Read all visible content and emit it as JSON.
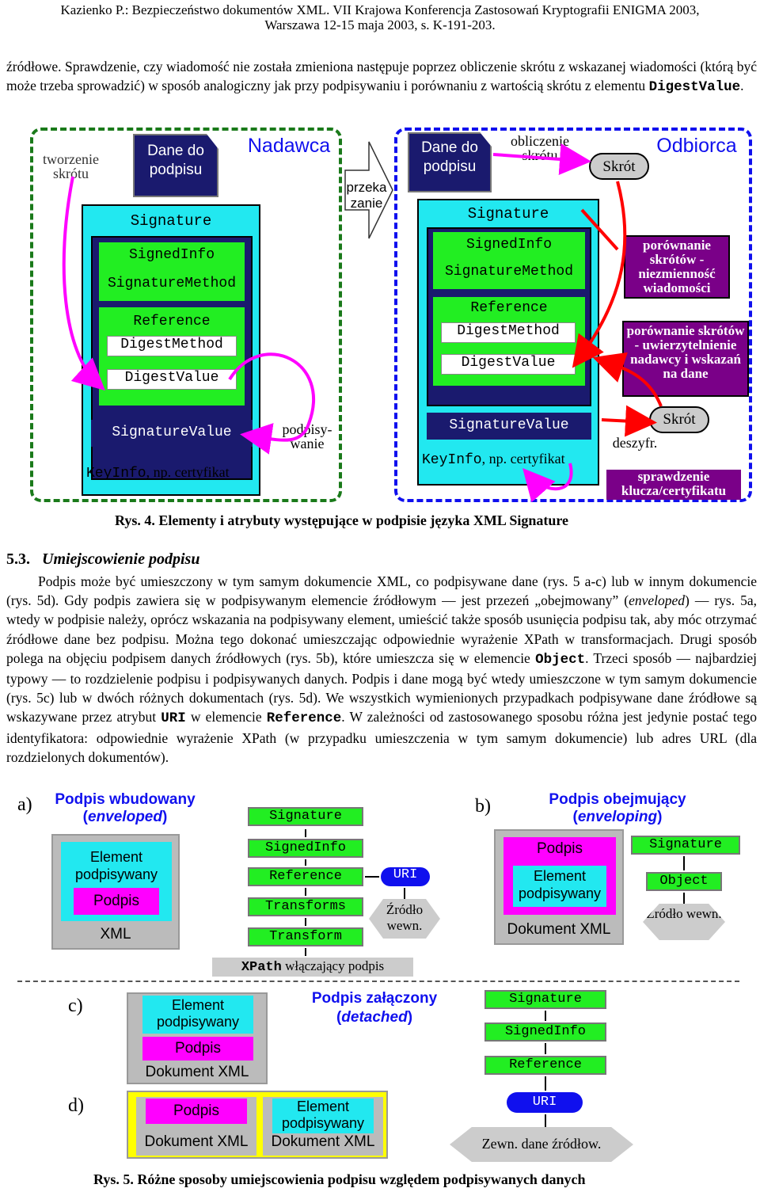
{
  "header": {
    "line1": "Kazienko P.: Bezpieczeństwo dokumentów XML. VII Krajowa Konferencja Zastosowań Kryptografii ENIGMA 2003,",
    "line2": "Warszawa 12-15 maja 2003, s. K-191-203."
  },
  "intro": {
    "text": "źródłowe. Sprawdzenie, czy wiadomość nie została zmieniona następuje poprzez obliczenie skrótu z wskazanej wiadomości (którą być może trzeba sprowadzić) w sposób analogiczny jak przy podpisywaniu i porównaniu z wartością skrótu z elementu ",
    "code": "DigestValue",
    "end": "."
  },
  "fig4": {
    "caption": "Rys. 4. Elementy i atrybuty występujące w podpisie języka XML Signature",
    "sender": {
      "title": "Nadawca",
      "hash_note": "tworzenie skrótu",
      "data_doc": "Dane do podpisu",
      "signature": "Signature",
      "signedinfo": "SignedInfo",
      "sigmethod": "SignatureMethod",
      "reference": "Reference",
      "digestmethod": "DigestMethod",
      "digestvalue": "DigestValue",
      "sigvalue": "SignatureValue",
      "keyinfo": "KeyInfo",
      "keyinfo_suffix": ", np. certyfikat",
      "signing": "podpisy-wanie"
    },
    "transfer": "przeka zanie",
    "receiver": {
      "title": "Odbiorca",
      "data_doc": "Dane do podpisu",
      "calc_note": "obliczenie skrótu",
      "hash1": "Skrót",
      "signature": "Signature",
      "signedinfo": "SignedInfo",
      "sigmethod": "SignatureMethod",
      "reference": "Reference",
      "digestmethod": "DigestMethod",
      "digestvalue": "DigestValue",
      "sigvalue": "SignatureValue",
      "keyinfo": "KeyInfo",
      "keyinfo_suffix": ", np. certyfikat",
      "compare1": "porównanie skrótów - niezmienność wiadomości",
      "compare2": "porównanie skrótów - uwierzytelnienie nadawcy i wskazań na dane",
      "hash2": "Skrót",
      "decrypt": "deszyfr.",
      "verify": "sprawdzenie klucza/certyfikatu"
    }
  },
  "section": {
    "number": "5.3.",
    "title": "Umiejscowienie podpisu"
  },
  "body": {
    "p1": "Podpis może być umieszczony w tym samym dokumencie XML, co podpisywane dane (rys. 5 a-c) lub w innym dokumencie (rys. 5d). Gdy podpis zawiera się w podpisywanym elemencie źródłowym — jest przezeń „obejmowany” (",
    "p1_it": "enveloped",
    "p2": ") — rys. 5a, wtedy w podpisie należy, oprócz wskazania na podpisywany element, umieścić także sposób usunięcia podpisu tak, aby móc otrzymać źródłowe dane bez podpisu. Można tego dokonać umieszczając odpowiednie wyrażenie XPath w transformacjach. Drugi sposób polega na objęciu podpisem danych źródłowych (rys. 5b), które umieszcza się w elemencie ",
    "code1": "Object",
    "p3": ". Trzeci sposób — najbardziej typowy — to rozdzielenie podpisu i podpisywanych danych. Podpis i dane mogą być wtedy umieszczone w tym samym dokumencie (rys. 5c) lub w dwóch różnych dokumentach (rys. 5d). We wszystkich wymienionych przypadkach podpisywane dane źródłowe są wskazywane przez atrybut ",
    "code2": "URI",
    "p4": " w elemencie ",
    "code3": "Reference",
    "p5": ". W zależności od zastosowanego sposobu różna jest jedynie postać tego identyfikatora: odpowiednie wyrażenie XPath (w przypadku umieszczenia w tym samym dokumencie) lub adres URL (dla rozdzielonych dokumentów)."
  },
  "fig5": {
    "caption": "Rys. 5. Różne sposoby umiejscowienia podpisu względem podpisywanych danych",
    "a": {
      "letter": "a)",
      "title": "Podpis wbudowany",
      "subtitle_it": "enveloped",
      "element": "Element podpisywany",
      "podpis": "Podpis",
      "xml": "XML",
      "signature": "Signature",
      "signedinfo": "SignedInfo",
      "reference": "Reference",
      "transforms": "Transforms",
      "transform": "Transform",
      "uri": "URI",
      "source": "Źródło wewn.",
      "xpath": "XPath",
      "xpath_suffix": " włączający podpis"
    },
    "b": {
      "letter": "b)",
      "title": "Podpis obejmujący",
      "subtitle_it": "enveloping",
      "podpis": "Podpis",
      "element": "Element podpisywany",
      "doc": "Dokument XML",
      "signature": "Signature",
      "object": "Object",
      "source": "Źródło wewn."
    },
    "c": {
      "letter": "c)",
      "element": "Element podpisywany",
      "podpis": "Podpis",
      "doc": "Dokument XML",
      "title": "Podpis załączony",
      "subtitle_it": "detached"
    },
    "d": {
      "letter": "d)",
      "podpis": "Podpis",
      "doc1": "Dokument XML",
      "element": "Element podpisywany",
      "doc2": "Dokument XML",
      "signature": "Signature",
      "signedinfo": "SignedInfo",
      "reference": "Reference",
      "uri": "URI",
      "ext": "Zewn. dane źródłow."
    }
  },
  "colors": {
    "navy": "#1a1a6e",
    "cyan": "#22e8f0",
    "green": "#22ee22",
    "purple": "#7a0088",
    "magenta": "#ff00ff",
    "yellow": "#ffff00",
    "blue": "#1010ee"
  }
}
